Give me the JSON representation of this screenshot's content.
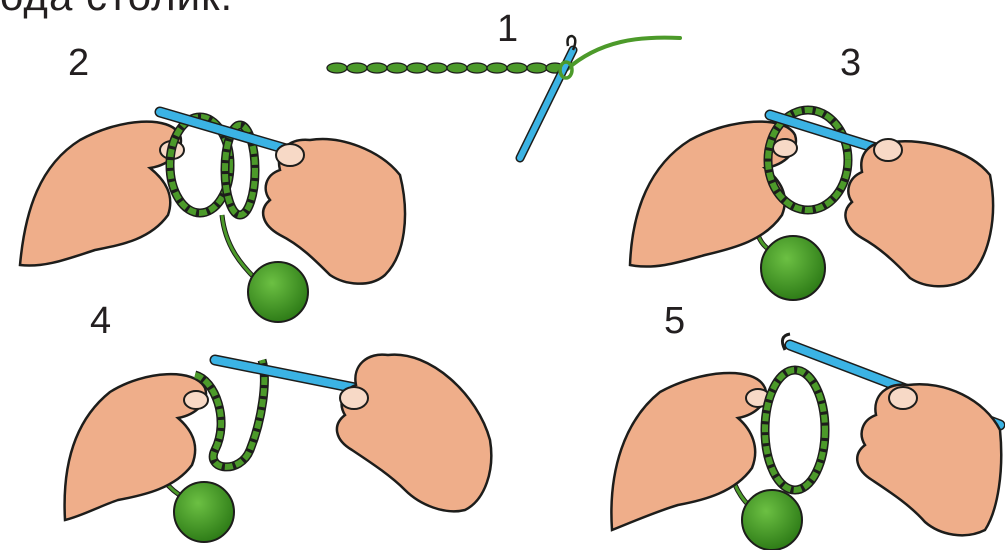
{
  "header_fragment": "ода столик.",
  "steps": [
    {
      "number": "1"
    },
    {
      "number": "2"
    },
    {
      "number": "3"
    },
    {
      "number": "4"
    },
    {
      "number": "5"
    }
  ],
  "colors": {
    "skin": "#efae8a",
    "skin_shadow": "#d58a63",
    "outline": "#1d1d1b",
    "yarn": "#4c9a2a",
    "yarn_dark": "#2f6b16",
    "hook": "#3bb3e4",
    "nail": "#f7d9c6"
  },
  "icons": [
    "crochet-hook-icon",
    "yarn-ball-icon",
    "hand-icon"
  ]
}
